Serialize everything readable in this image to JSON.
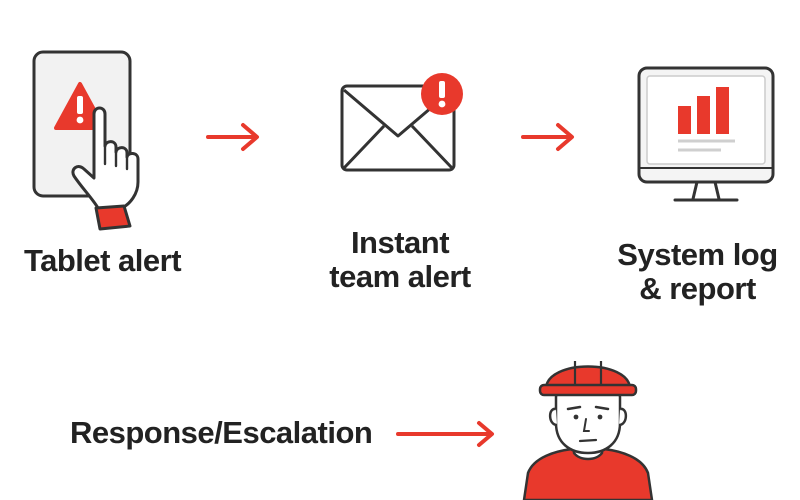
{
  "colors": {
    "accent": "#e8392c",
    "ink": "#333333",
    "text": "#222222",
    "screen": "#f1f1f1",
    "skin": "#ffffff"
  },
  "steps": [
    {
      "id": "tablet",
      "icon": "tablet-alert-icon",
      "lines": [
        "Tablet alert"
      ]
    },
    {
      "id": "email",
      "icon": "envelope-alert-icon",
      "lines": [
        "Instant",
        "team alert"
      ]
    },
    {
      "id": "monitor",
      "icon": "monitor-chart-icon",
      "lines": [
        "System log",
        "& report"
      ]
    }
  ],
  "response": {
    "label": "Response/Escalation",
    "icon": "hard-hat-worker-icon"
  }
}
